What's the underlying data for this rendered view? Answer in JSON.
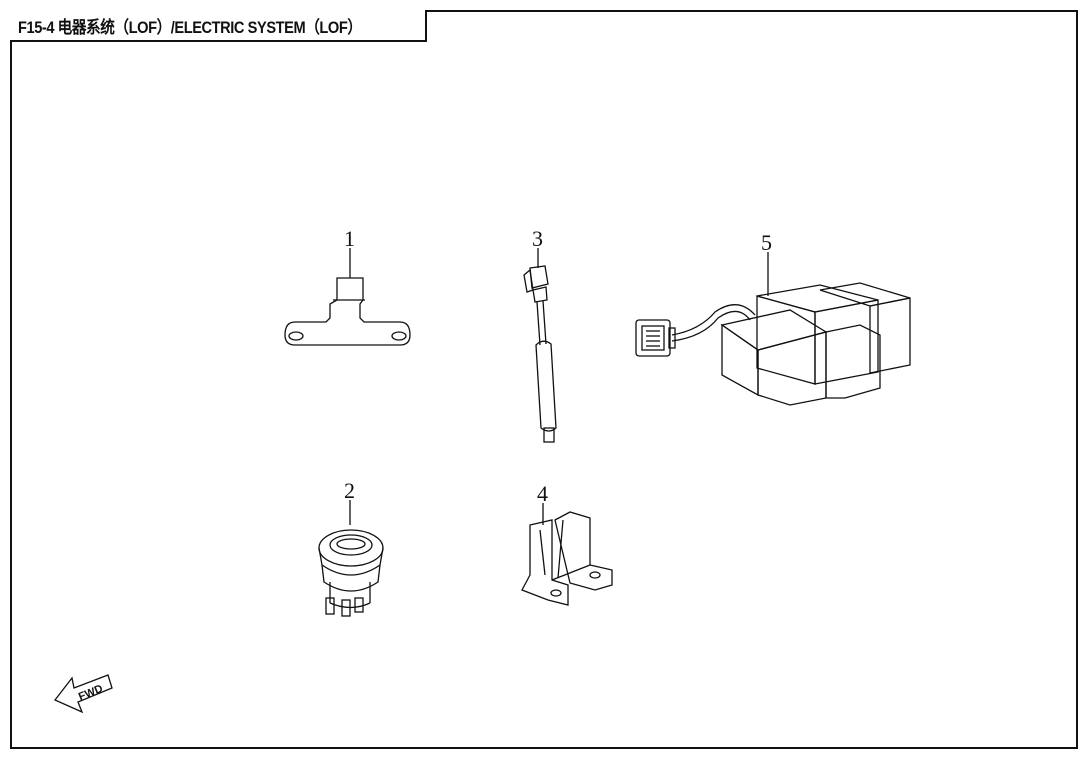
{
  "title": "F15-4 电器系统（LOF）/ELECTRIC SYSTEM（LOF）",
  "callouts": [
    "1",
    "2",
    "3",
    "4",
    "5"
  ],
  "fwd_label": "FWD",
  "icons": [
    "bracket-plate",
    "rocker-switch",
    "sensor-probe",
    "mounting-bracket",
    "relay-module",
    "fwd-arrow"
  ]
}
